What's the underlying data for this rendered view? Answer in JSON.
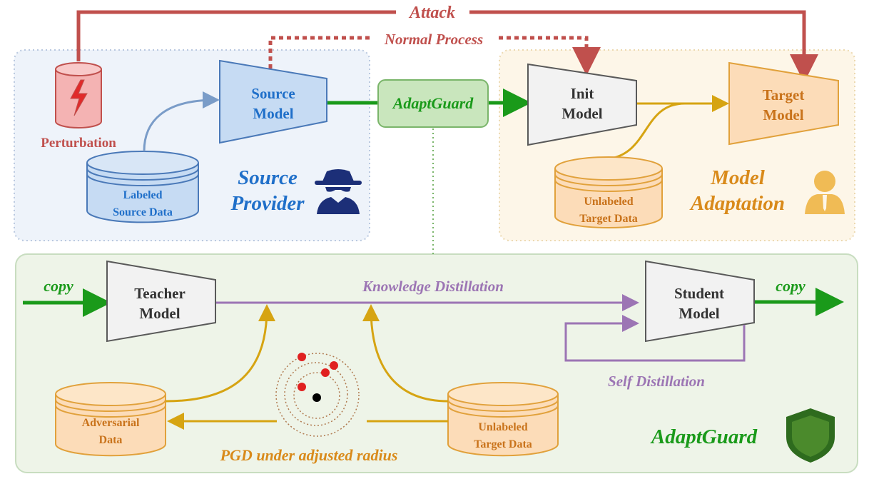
{
  "top": {
    "attack_label": "Attack",
    "normal_process_label": "Normal Process"
  },
  "source_panel": {
    "perturbation_label": "Perturbation",
    "model_line1": "Source",
    "model_line2": "Model",
    "data_line1": "Labeled",
    "data_line2": "Source Data",
    "title_line1": "Source",
    "title_line2": "Provider"
  },
  "middle": {
    "adaptguard_box_label": "AdaptGuard"
  },
  "adaptation_panel": {
    "init_line1": "Init",
    "init_line2": "Model",
    "target_line1": "Target",
    "target_line2": "Model",
    "data_line1": "Unlabeled",
    "data_line2": "Target Data",
    "title_line1": "Model",
    "title_line2": "Adaptation"
  },
  "bottom_panel": {
    "copy_left": "copy",
    "copy_right": "copy",
    "teacher_line1": "Teacher",
    "teacher_line2": "Model",
    "student_line1": "Student",
    "student_line2": "Model",
    "knowledge_distillation": "Knowledge Distillation",
    "self_distillation": "Self Distillation",
    "adversarial_line1": "Adversarial",
    "adversarial_line2": "Data",
    "unlabeled_line1": "Unlabeled",
    "unlabeled_line2": "Target Data",
    "pgd_label": "PGD under adjusted radius",
    "title": "AdaptGuard"
  },
  "icons": {
    "perturbation": "lightning-cylinder-icon",
    "source_provider": "spy-icon",
    "model_adaptation": "user-icon",
    "adaptguard": "shield-icon"
  },
  "colors": {
    "attack": "#c0504d",
    "source_blue": "#1f6fc9",
    "adapt_orange": "#d98a1a",
    "green": "#1a9a1a",
    "purple": "#9c75b4",
    "gold_arrow": "#d6a412"
  }
}
